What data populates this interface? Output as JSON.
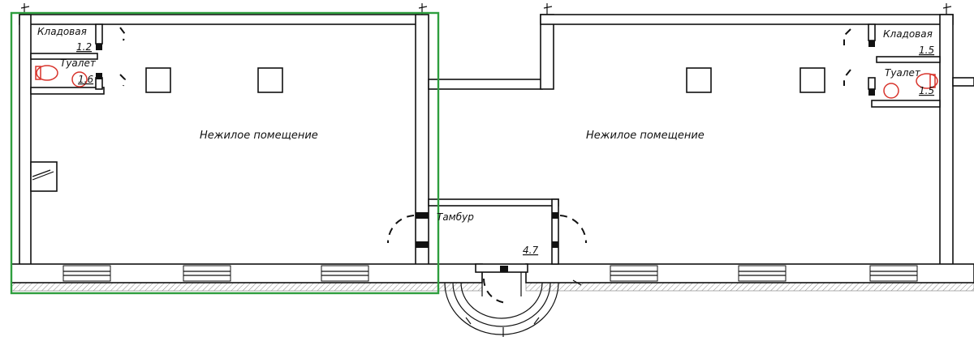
{
  "rooms": {
    "left_main": "Нежилое помещение",
    "right_main": "Нежилое помещение",
    "left_storage": {
      "name": "Кладовая",
      "area": "1.2"
    },
    "left_toilet": {
      "name": "Туалет",
      "area": "1.6"
    },
    "right_storage": {
      "name": "Кладовая",
      "area": "1.5"
    },
    "right_toilet": {
      "name": "Туалет",
      "area": "1.5"
    },
    "vestibule": {
      "name": "Тамбур",
      "area": "4.7"
    }
  },
  "colors": {
    "walls": "#111111",
    "highlight": "#2e9e3e",
    "fixtures": "#d8342c",
    "ground_hatch": "#9a9a9a"
  }
}
